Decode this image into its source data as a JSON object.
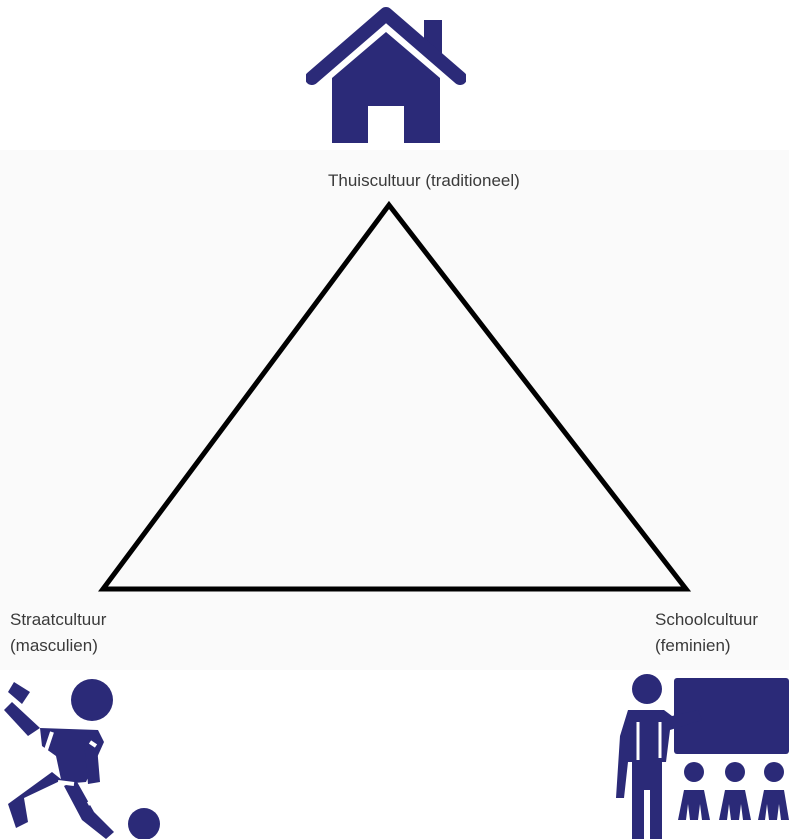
{
  "diagram": {
    "top_vertex": {
      "label": "Thuiscultuur (traditioneel)",
      "icon": "house-icon"
    },
    "left_vertex": {
      "label_line1": "Straatcultuur",
      "label_line2": "(masculien)",
      "icon": "soccer-player-icon"
    },
    "right_vertex": {
      "label_line1": "Schoolcultuur",
      "label_line2": "(feminien)",
      "icon": "teacher-classroom-icon"
    },
    "colors": {
      "icon": "#2b2a78",
      "triangle_stroke": "#000000",
      "text": "#3a3a3a"
    }
  }
}
